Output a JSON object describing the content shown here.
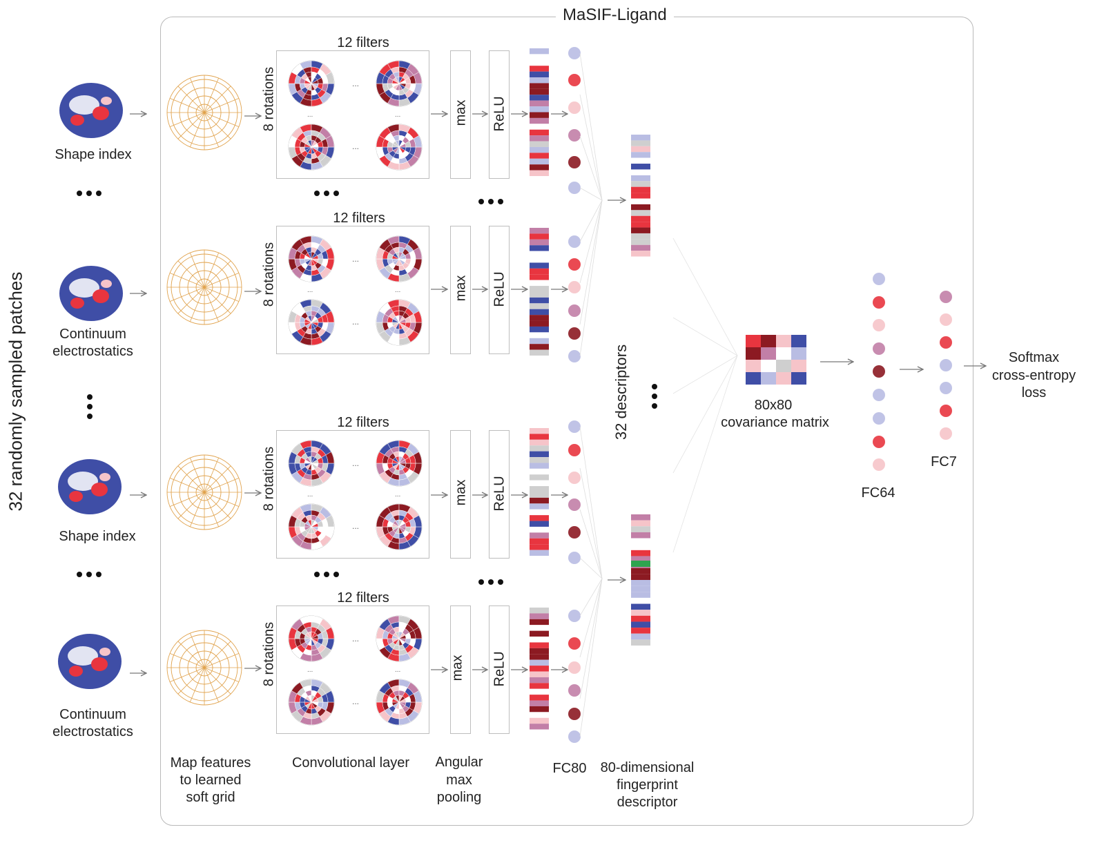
{
  "title": "MaSIF-Ligand",
  "left_axis_label": "32 randomly sampled patches",
  "patch_labels": [
    "Shape index",
    "Continuum electrostatics",
    "Shape index",
    "Continuum electrostatics"
  ],
  "conv_header": "12 filters",
  "rotations_label": "8 rotations",
  "max_label": "max",
  "relu_label": "ReLU",
  "descriptors_label": "32 descriptors",
  "cov_label_1": "80x80",
  "cov_label_2": "covariance matrix",
  "fc64_label": "FC64",
  "fc7_label": "FC7",
  "output_label": [
    "Softmax",
    "cross-entropy",
    "loss"
  ],
  "bottom_labels": {
    "map_features": [
      "Map features",
      "to learned",
      "soft grid"
    ],
    "conv_layer": "Convolutional layer",
    "angular": [
      "Angular",
      "max",
      "pooling"
    ],
    "fc80": "FC80",
    "fingerprint": [
      "80-dimensional",
      "fingerprint",
      "descriptor"
    ]
  },
  "colors": {
    "red": "#e8353f",
    "dark_red": "#8c1a22",
    "light_red": "#f6c4c9",
    "blue": "#3f4ea6",
    "light_blue": "#b9bde3",
    "mauve": "#c27fa7",
    "grey": "#cfcfcf",
    "grid_orange": "#e0a24c",
    "frame_grey": "#b9b9b9"
  }
}
